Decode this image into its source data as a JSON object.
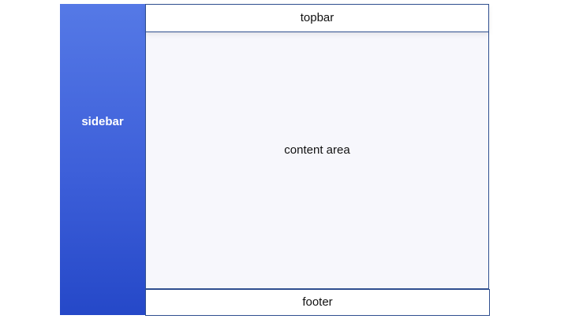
{
  "sidebar": {
    "label": "sidebar"
  },
  "topbar": {
    "label": "topbar"
  },
  "content": {
    "label": "content area"
  },
  "footer": {
    "label": "footer"
  },
  "colors": {
    "sidebar_top": "#5579e6",
    "sidebar_bottom": "#2548c8",
    "content_bg": "#f7f7fc",
    "border": "#2f4f8f"
  }
}
